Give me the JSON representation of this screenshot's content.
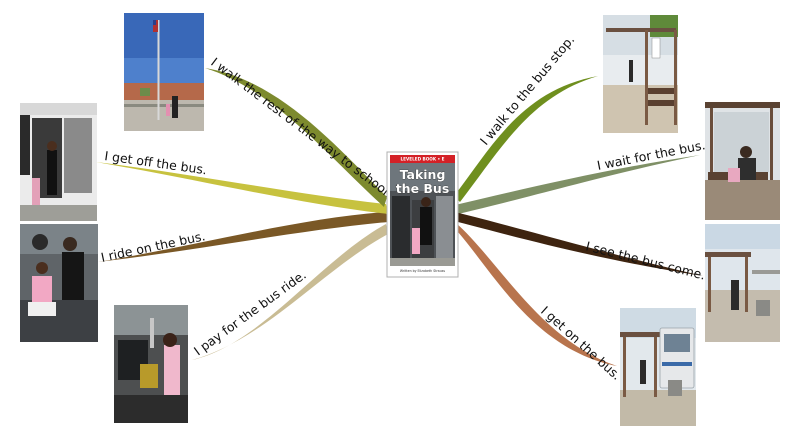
{
  "book": {
    "series": "LEVELED BOOK • E",
    "title_line1": "Taking",
    "title_line2": "the Bus",
    "author": "Written by Elizabeth Strauss"
  },
  "branches": [
    {
      "id": "walk-to-stop",
      "label": "I walk to the bus stop.",
      "color": "#6f8f1e"
    },
    {
      "id": "wait",
      "label": "I wait for the bus.",
      "color": "#7f9066"
    },
    {
      "id": "see-bus",
      "label": "I see the bus come.",
      "color": "#3e2410"
    },
    {
      "id": "get-on",
      "label": "I get on the bus.",
      "color": "#b8744d"
    },
    {
      "id": "pay",
      "label": "I pay for the bus ride.",
      "color": "#c9bc94"
    },
    {
      "id": "ride",
      "label": "I ride on the bus.",
      "color": "#7a5826"
    },
    {
      "id": "get-off",
      "label": "I get off the bus.",
      "color": "#c7c23f"
    },
    {
      "id": "walk-to-school",
      "label": "I walk the rest of the way to school.",
      "color": "#7d8a2e"
    }
  ],
  "colors": {
    "book_header_red": "#d42127",
    "sky_blue": "#3d72c4",
    "concrete_gray": "#c8c4bc"
  }
}
